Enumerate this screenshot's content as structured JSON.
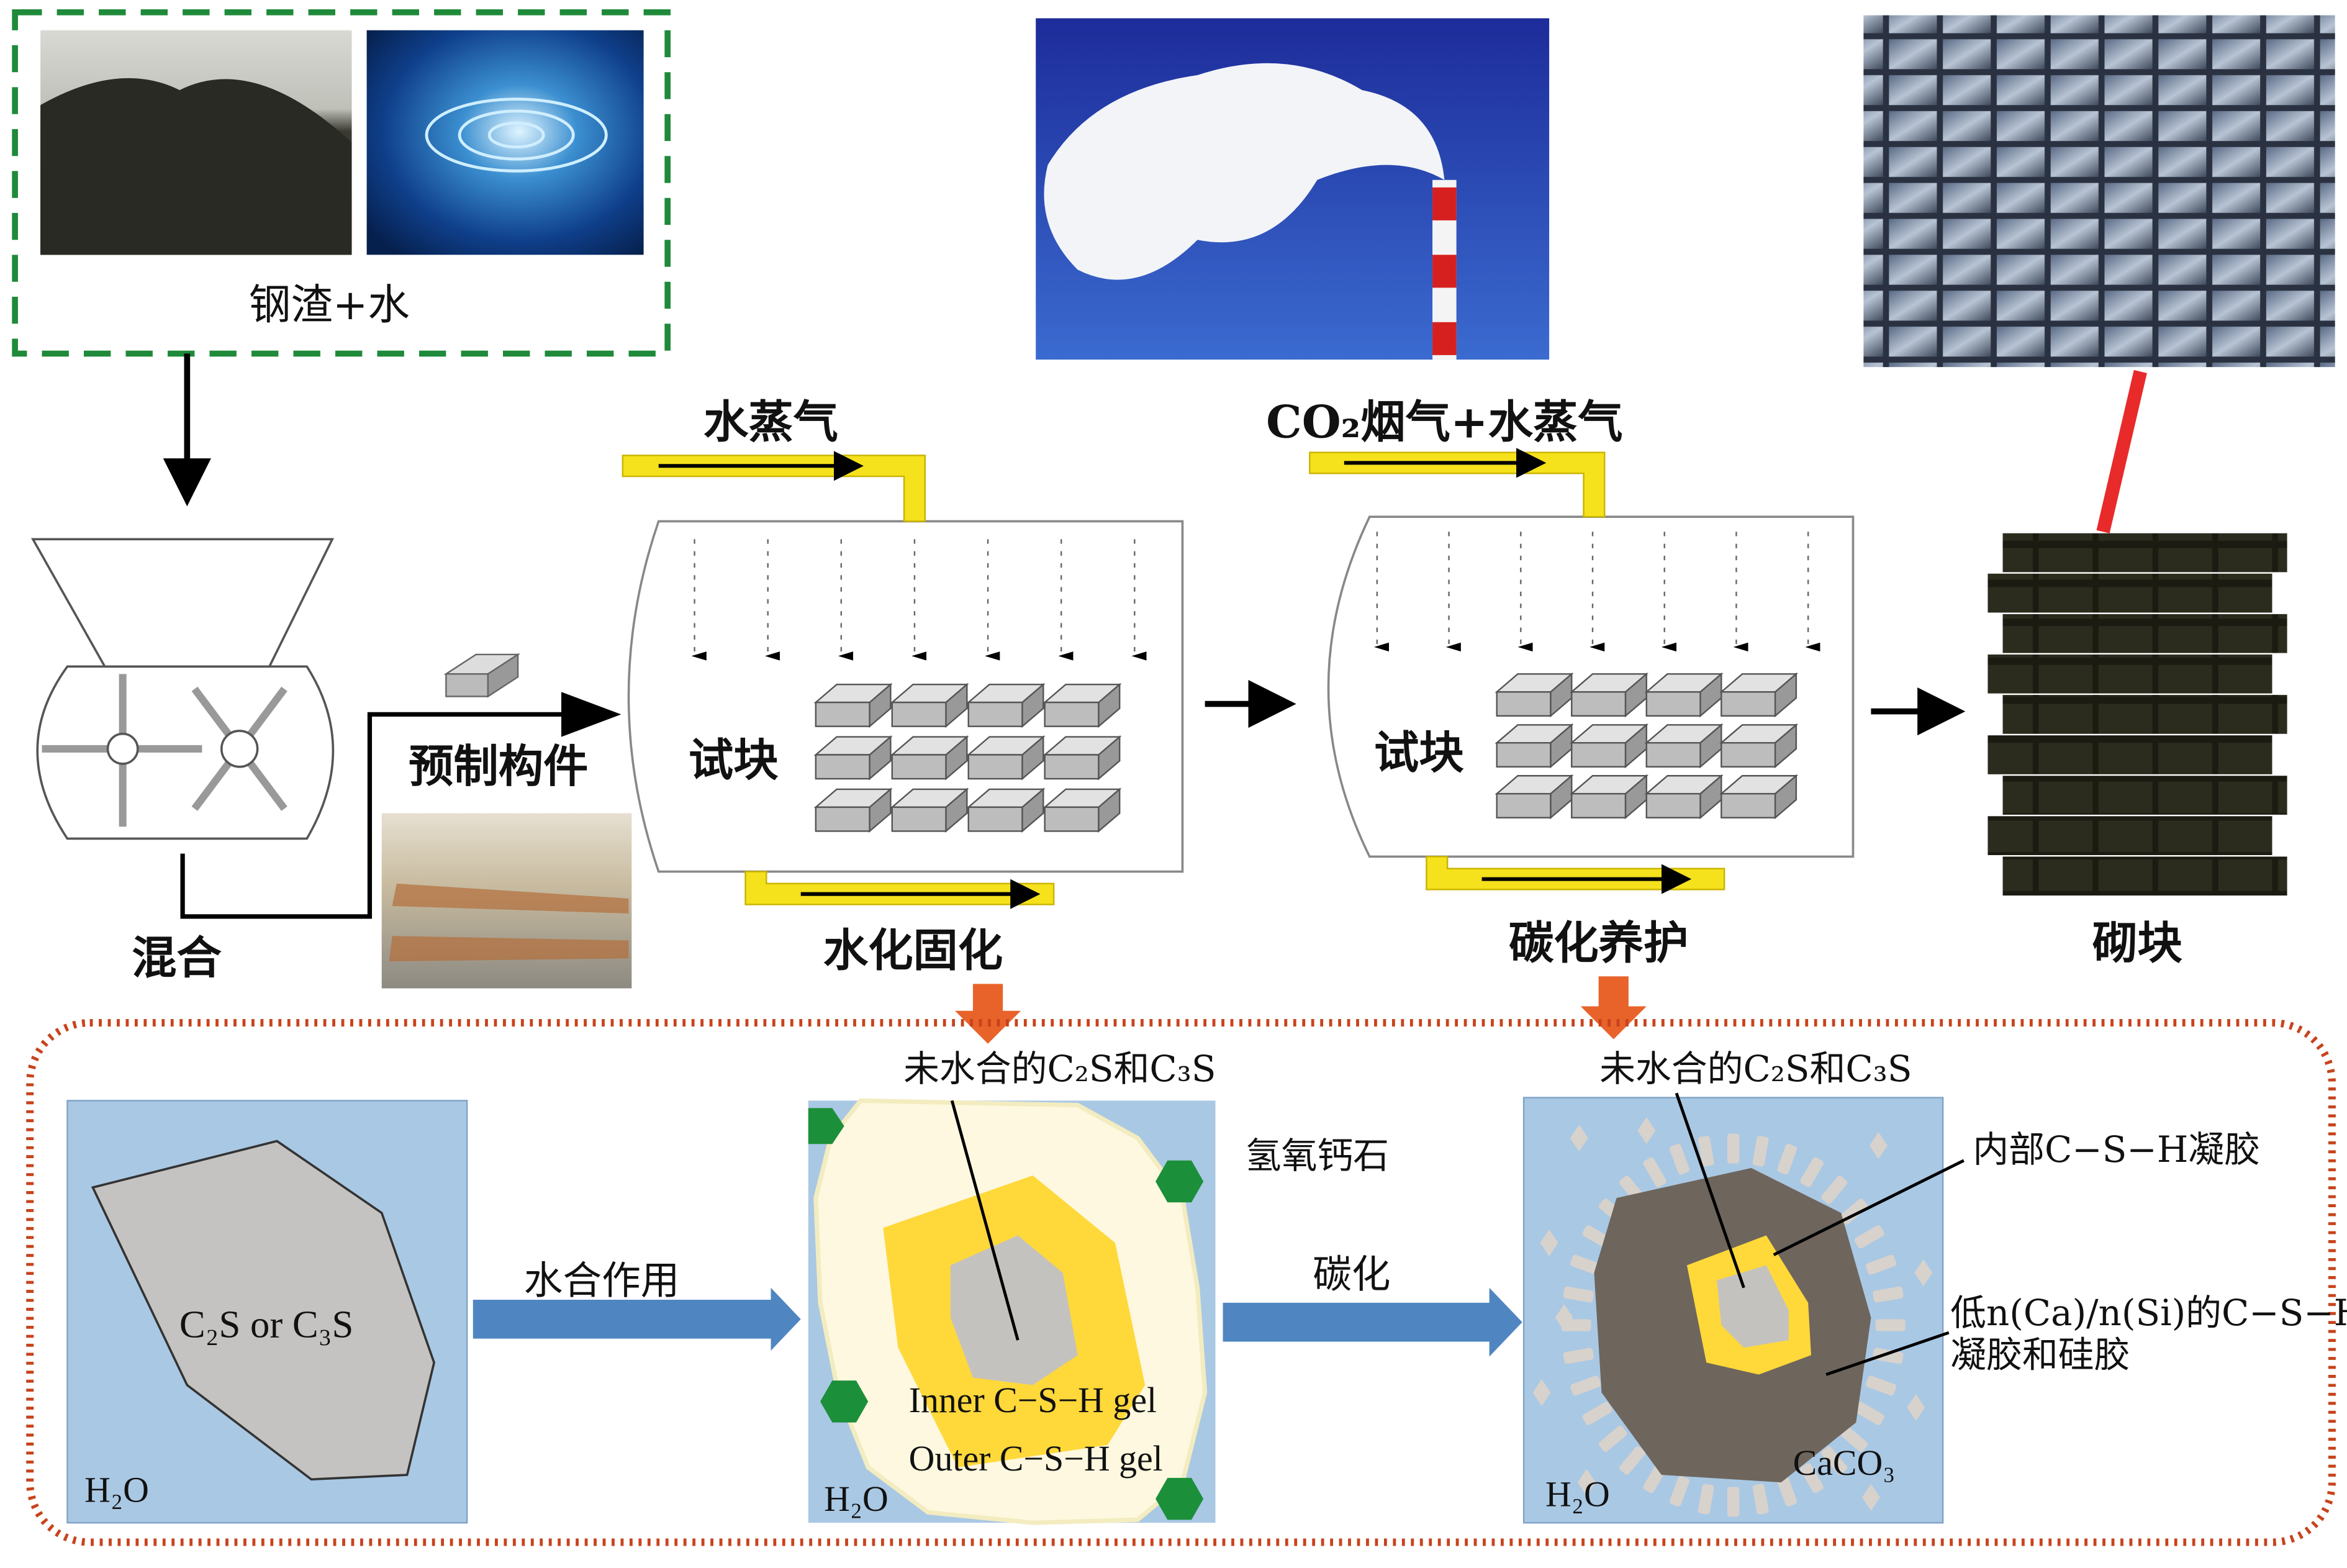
{
  "top": {
    "raw_label": "钢渣+水",
    "mix_label": "混合",
    "precast_label": "预制构件",
    "steam_label": "水蒸气",
    "flue_label": "CO₂烟气+水蒸气",
    "block_label_1": "试块",
    "block_label_2": "试块",
    "hydration_label": "水化固化",
    "carbonation_label": "碳化养护",
    "product_label": "砌块"
  },
  "bottom": {
    "panel1_mineral": "C₂S or C₃S",
    "panel1_water": "H₂O",
    "arrow1_label": "水合作用",
    "panel2_top": "未水合的C₂S和C₃S",
    "portlandite": "氢氧钙石",
    "inner_gel": "Inner C−S−H gel",
    "outer_gel": "Outer C−S−H gel",
    "panel2_water": "H₂O",
    "arrow2_label": "碳化",
    "panel3_top": "未水合的C₂S和C₃S",
    "inner_csh": "内部C−S−H凝胶",
    "low_ratio_line1": "低n(Ca)/n(Si)的C−S−H",
    "low_ratio_line2": "凝胶和硅胶",
    "caco3": "CaCO₃",
    "panel3_water": "H₂O"
  },
  "colors": {
    "green_dash": "#1f8a3a",
    "pipe_yellow": "#f5e11c",
    "orange_arrow": "#e8632a",
    "red_dots": "#c8431c",
    "water_blue": "#a9c8e4",
    "flow_arrow": "#4f86c1"
  }
}
